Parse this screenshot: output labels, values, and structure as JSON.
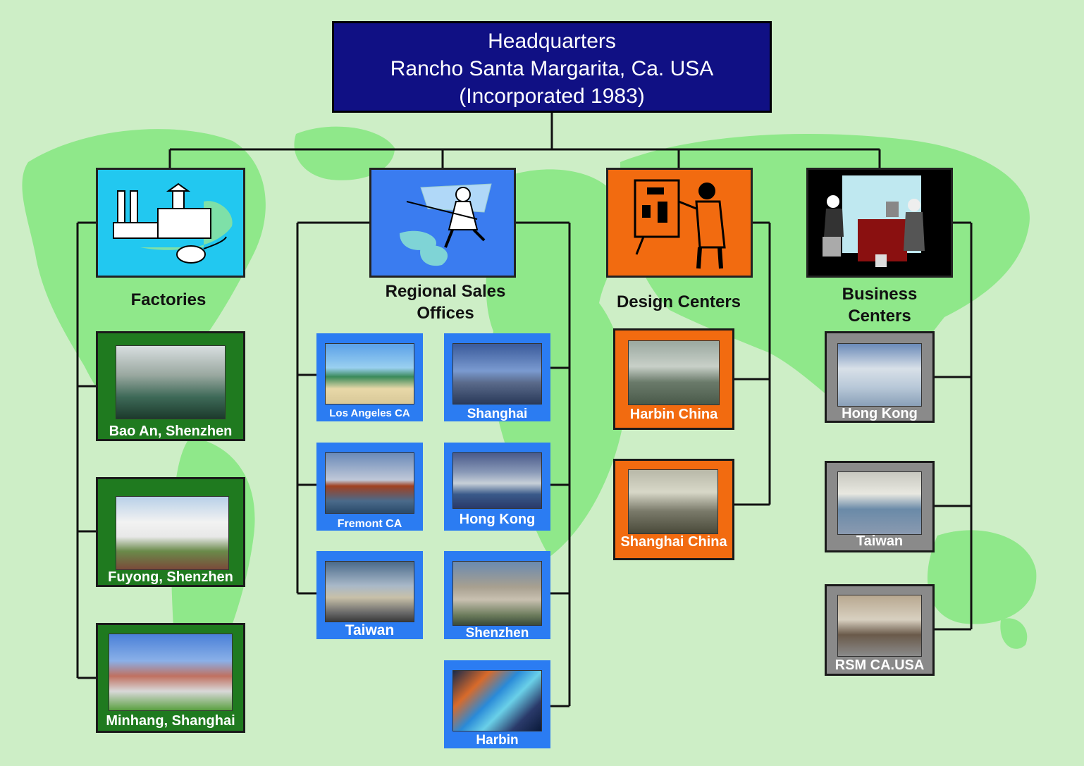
{
  "headquarters": {
    "line1": "Headquarters",
    "line2": "Rancho Santa Margarita, Ca. USA",
    "line3": "(Incorporated 1983)"
  },
  "categories": {
    "factories": {
      "label": "Factories",
      "icon": "factory-icon"
    },
    "sales": {
      "label_line1": "Regional Sales",
      "label_line2": "Offices",
      "icon": "salesman-icon"
    },
    "design": {
      "label": "Design Centers",
      "icon": "presenter-icon"
    },
    "business": {
      "label_line1": "Business",
      "label_line2": "Centers",
      "icon": "office-meeting-icon"
    }
  },
  "factories": [
    "Bao An, Shenzhen",
    "Fuyong, Shenzhen",
    "Minhang, Shanghai"
  ],
  "sales_offices": {
    "left": [
      "Los Angeles CA",
      "Fremont CA",
      "Taiwan"
    ],
    "right": [
      "Shanghai",
      "Hong Kong",
      "Shenzhen",
      "Harbin"
    ]
  },
  "design_centers": [
    "Harbin China",
    "Shanghai China"
  ],
  "business_centers": [
    "Hong Kong",
    "Taiwan",
    "RSM CA.USA"
  ],
  "colors": {
    "background": "#cdeec6",
    "map": "#8fe88a",
    "headquarters": "#101084",
    "factories": "#1f7a1f",
    "sales": "#2b7cf2",
    "design": "#f26b10",
    "business": "#8a8a8a"
  }
}
